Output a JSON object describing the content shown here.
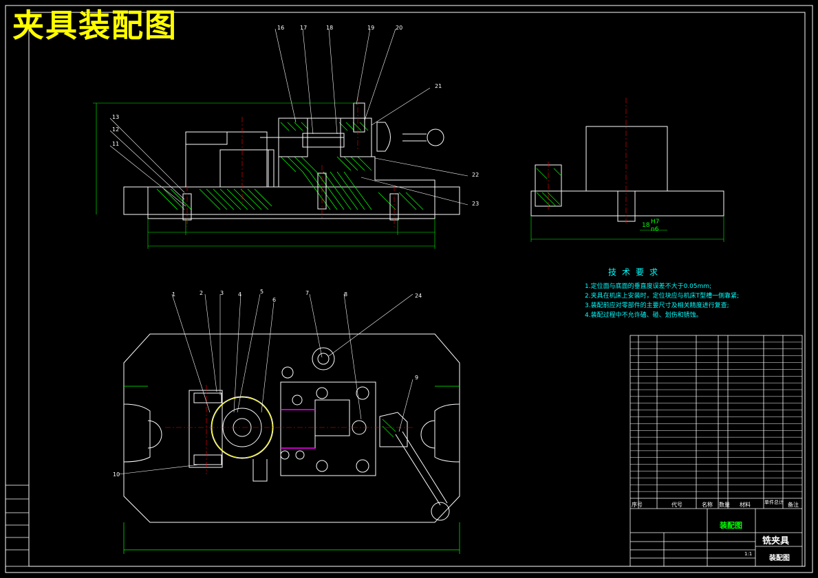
{
  "drawing": {
    "title": "夹具装配图",
    "fit_note": {
      "size": "18",
      "tolerance_upper": "H7",
      "tolerance_lower": "n6"
    }
  },
  "callouts_top": [
    "16",
    "17",
    "18",
    "19",
    "20",
    "21",
    "13",
    "12",
    "11",
    "22",
    "23"
  ],
  "callouts_bottom": [
    "1",
    "2",
    "3",
    "4",
    "5",
    "6",
    "7",
    "24",
    "8",
    "9",
    "10"
  ],
  "technical_requirements": {
    "title": "技术要求",
    "items": [
      "1.定位面与底面的垂直度误差不大于0.05mm;",
      "2.夹具在机床上安装时，定位块应与机床T型槽一侧靠紧;",
      "3.装配前应对零部件的主要尺寸及相关精度进行复查;",
      "4.装配过程中不允许磕、碰、划伤和锈蚀。"
    ]
  },
  "title_block": {
    "drawing_name": "装配图",
    "fixture_name": "铣夹具",
    "drawing_type": "装配图",
    "scale": "1:1",
    "header": [
      "序号",
      "代号",
      "名称",
      "数量",
      "材料",
      "单件",
      "总计",
      "备注"
    ]
  },
  "colors": {
    "background": "#000000",
    "outline": "#ffffff",
    "hatch": "#00ff00",
    "center_line": "#ff0000",
    "title": "#ffff00",
    "text": "#00ffff",
    "accent": "#ff00ff"
  }
}
